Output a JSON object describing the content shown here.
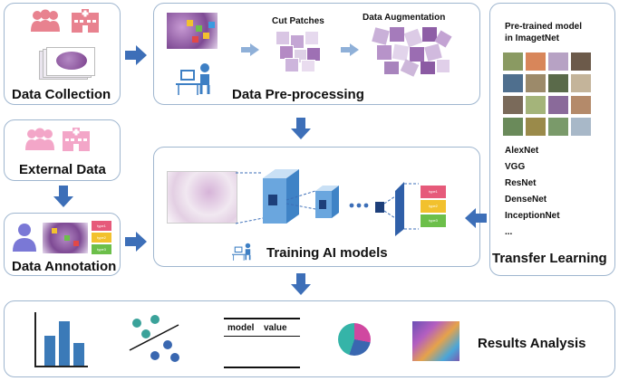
{
  "colors": {
    "accent_blue": "#3d6fb8",
    "box_border": "#9fb6cf",
    "pink_icon": "#e8828f",
    "tissue_purple": "#8a5a9e",
    "bar_blue": "#3b7ab8",
    "teal_dot": "#3aa29a",
    "navy_dot": "#3967b0"
  },
  "data_collection": {
    "label": "Data Collection"
  },
  "preprocessing": {
    "label": "Data Pre-processing",
    "cut_patches": "Cut Patches",
    "augmentation": "Data Augmentation"
  },
  "external": {
    "label": "External Data"
  },
  "annotation": {
    "label": "Data Annotation",
    "tags": [
      "type1",
      "type2",
      "type3"
    ]
  },
  "training": {
    "label": "Training AI models",
    "tags": [
      "type1",
      "type2",
      "type3"
    ],
    "dots": "•••"
  },
  "transfer": {
    "header_line1": "Pre-trained model",
    "header_line2": "in ImagetNet",
    "models": [
      "AlexNet",
      "VGG",
      "ResNet",
      "DenseNet",
      "InceptionNet",
      "..."
    ],
    "label": "Transfer Learning"
  },
  "results": {
    "label": "Results Analysis",
    "table_col1": "model",
    "table_col2": "value"
  },
  "icons": [
    "people-icon",
    "hospital-icon",
    "tissue-slide-icon",
    "person-computer-icon",
    "person-icon",
    "bar-chart-icon",
    "scatter-icon",
    "table-icon",
    "pie-chart-icon",
    "heatmap-icon",
    "cnn-icon"
  ]
}
